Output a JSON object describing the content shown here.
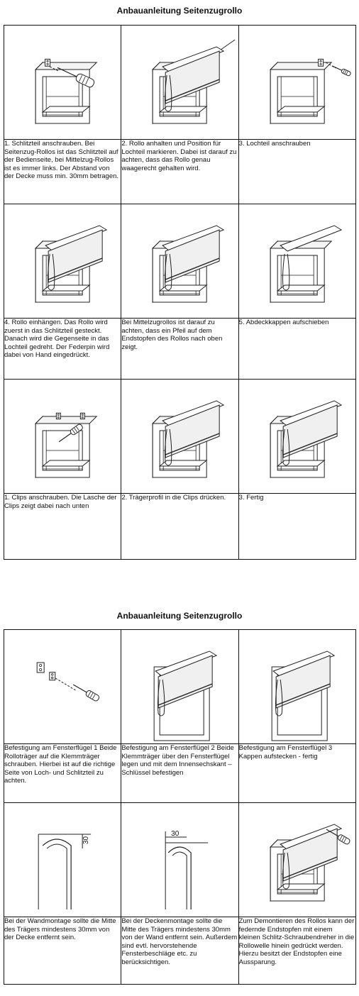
{
  "sections": [
    {
      "title": "Anbauanleitung Seitenzugrollo",
      "steps": [
        {
          "text": "1. Schlitzteil anschrauben. Bei Seitenzug-Rollos ist das Schlitzteil auf der Bedienseite, bei Mittelzug-Rollos ist es immer links. Der Abstand von der Decke muss min. 30mm betragen."
        },
        {
          "text": "2. Rollo anhalten und Position für Lochteil markieren. Dabei ist darauf zu achten, dass das Rollo genau waagerecht gehalten wird."
        },
        {
          "text": "3. Lochteil anschrauben"
        },
        {
          "text": "4. Rollo einhängen. Das Rollo wird zuerst in das Schlitzteil gesteckt. Danach wird die Gegenseite in das Lochteil gedreht. Der Federpin wird dabei von Hand eingedrückt."
        },
        {
          "text": "Bei Mittelzugrollos ist darauf zu achten, dass ein Pfeil auf dem Endstopfen des Rollos nach oben zeigt."
        },
        {
          "text": "5. Abdeckkappen aufschieben"
        },
        {
          "text": "1. Clips anschrauben. Die Lasche der Clips zeigt dabei nach unten"
        },
        {
          "text": "2. Trägerprofil in die Clips drücken."
        },
        {
          "text": "3. Fertig"
        }
      ]
    },
    {
      "title": "Anbauanleitung Seitenzugrollo",
      "steps": [
        {
          "text": "Befestigung am Fensterflügel 1 Beide Rollo­träger auf die Klemmträger schrauben. Hierbei ist auf die richtige Seite von Loch- und Schlitzteil zu achten."
        },
        {
          "text": "Befestigung am Fensterflügel 2 Beide Klemmträger über den Fensterflügel legen und mit dem Innensechskant – Schlüssel befestigen"
        },
        {
          "text": "Befestigung am Fensterflügel 3 Kappen aufstecken - fertig"
        },
        {
          "text": "Bei der Wandmontage sollte die Mitte des Trägers mindestens 30mm von der Decke entfernt sein."
        },
        {
          "text": "Bei der Deckenmontage sollte die Mitte des Trägers mindestens 30mm von der Wand entfernt sein. Außerdem sind evtl. hervorstehende Fensterbeschläge etc. zu berücksichtigen."
        },
        {
          "text": "Zum Demontieren des Rollos kann der federnde Endstopfen mit einem kleinen Schlitz-Schraubendreher in die Rollowelle hinein gedrückt werden. Hierzu besitzt der Endstopfen eine Aussparung."
        }
      ],
      "dimension_label": "30"
    }
  ]
}
